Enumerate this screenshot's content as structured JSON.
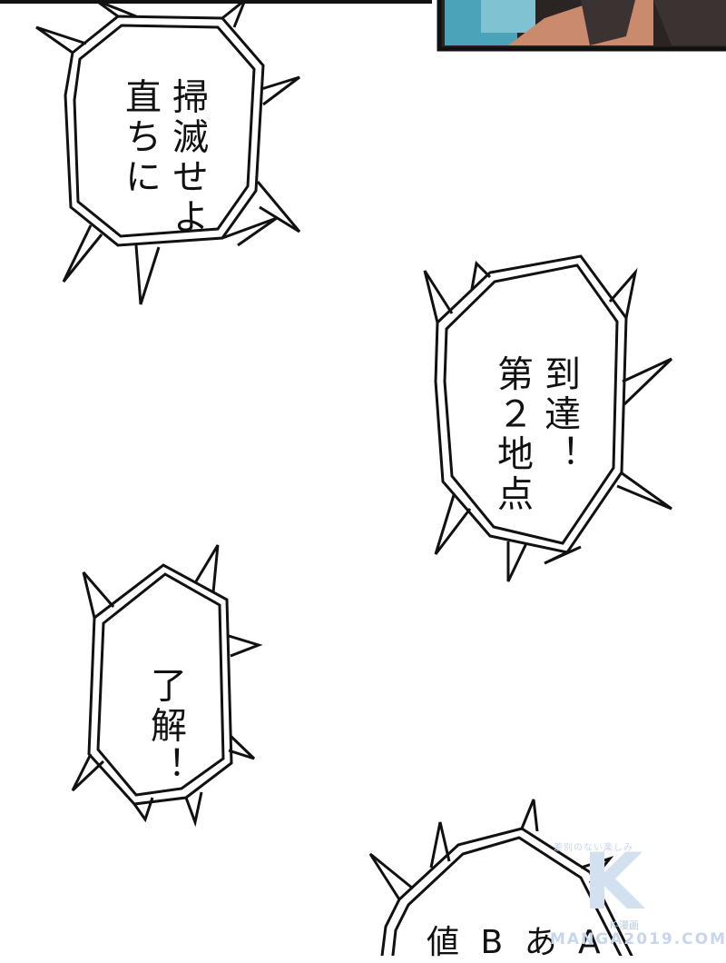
{
  "bubbles": [
    {
      "id": "b1",
      "lines": [
        "直ちに",
        "掃滅せよ"
      ]
    },
    {
      "id": "b2",
      "lines": [
        "第２地点",
        "到達！"
      ]
    },
    {
      "id": "b3",
      "lines": [
        "了解！"
      ]
    },
    {
      "id": "b4",
      "lines": [
        "値 B あ A"
      ]
    }
  ],
  "watermark": {
    "top": "差別のない楽しみ",
    "logo": "K",
    "sub": "K-漫画",
    "url": "MANGA2019.COM"
  },
  "colors": {
    "ink": "#111111",
    "panel_teal": "#4aa3b8",
    "panel_skin": "#c98a6e",
    "panel_hair": "#3b3331",
    "watermark": "#c7d6ea"
  }
}
